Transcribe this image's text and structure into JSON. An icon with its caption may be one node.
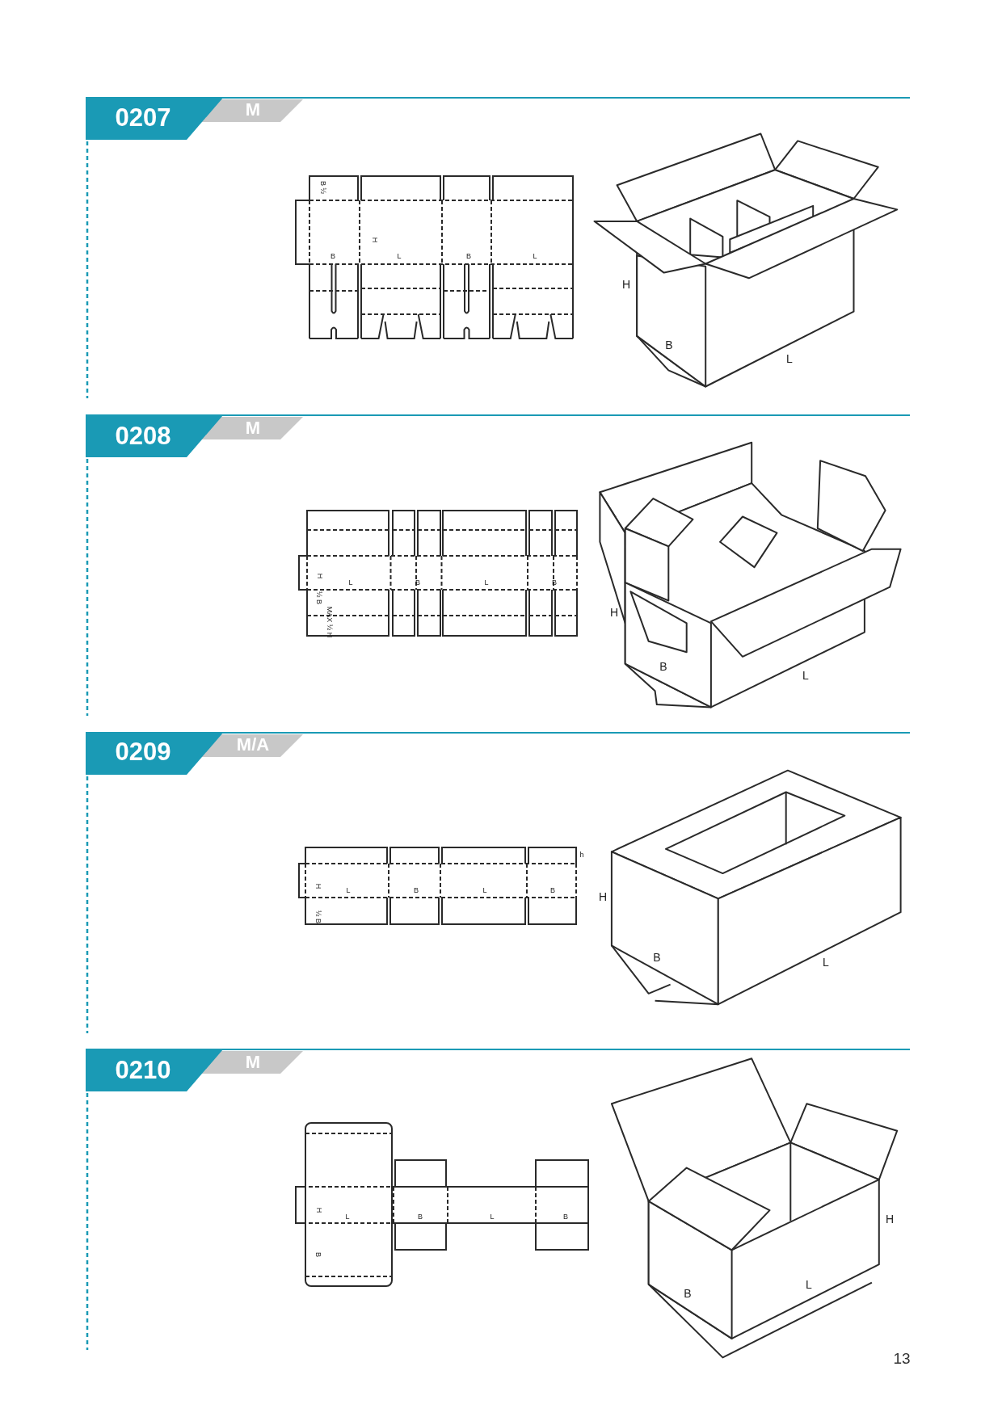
{
  "diagram": {
    "labels": [
      "0207",
      "M",
      "B ½",
      "H",
      "B",
      "L",
      "B",
      "L",
      "H",
      "B",
      "L",
      "0208",
      "M",
      "H",
      "L",
      "B",
      "L",
      "B",
      "½ B",
      "MAX ½ H",
      "H",
      "B",
      "L",
      "0209",
      "M/A",
      "h",
      "H",
      "L",
      "B",
      "L",
      "B",
      "½ B",
      "H",
      "B",
      "L",
      "0210",
      "M",
      "H",
      "L",
      "B",
      "L",
      "B",
      "B",
      "H",
      "B",
      "L",
      "13"
    ]
  }
}
